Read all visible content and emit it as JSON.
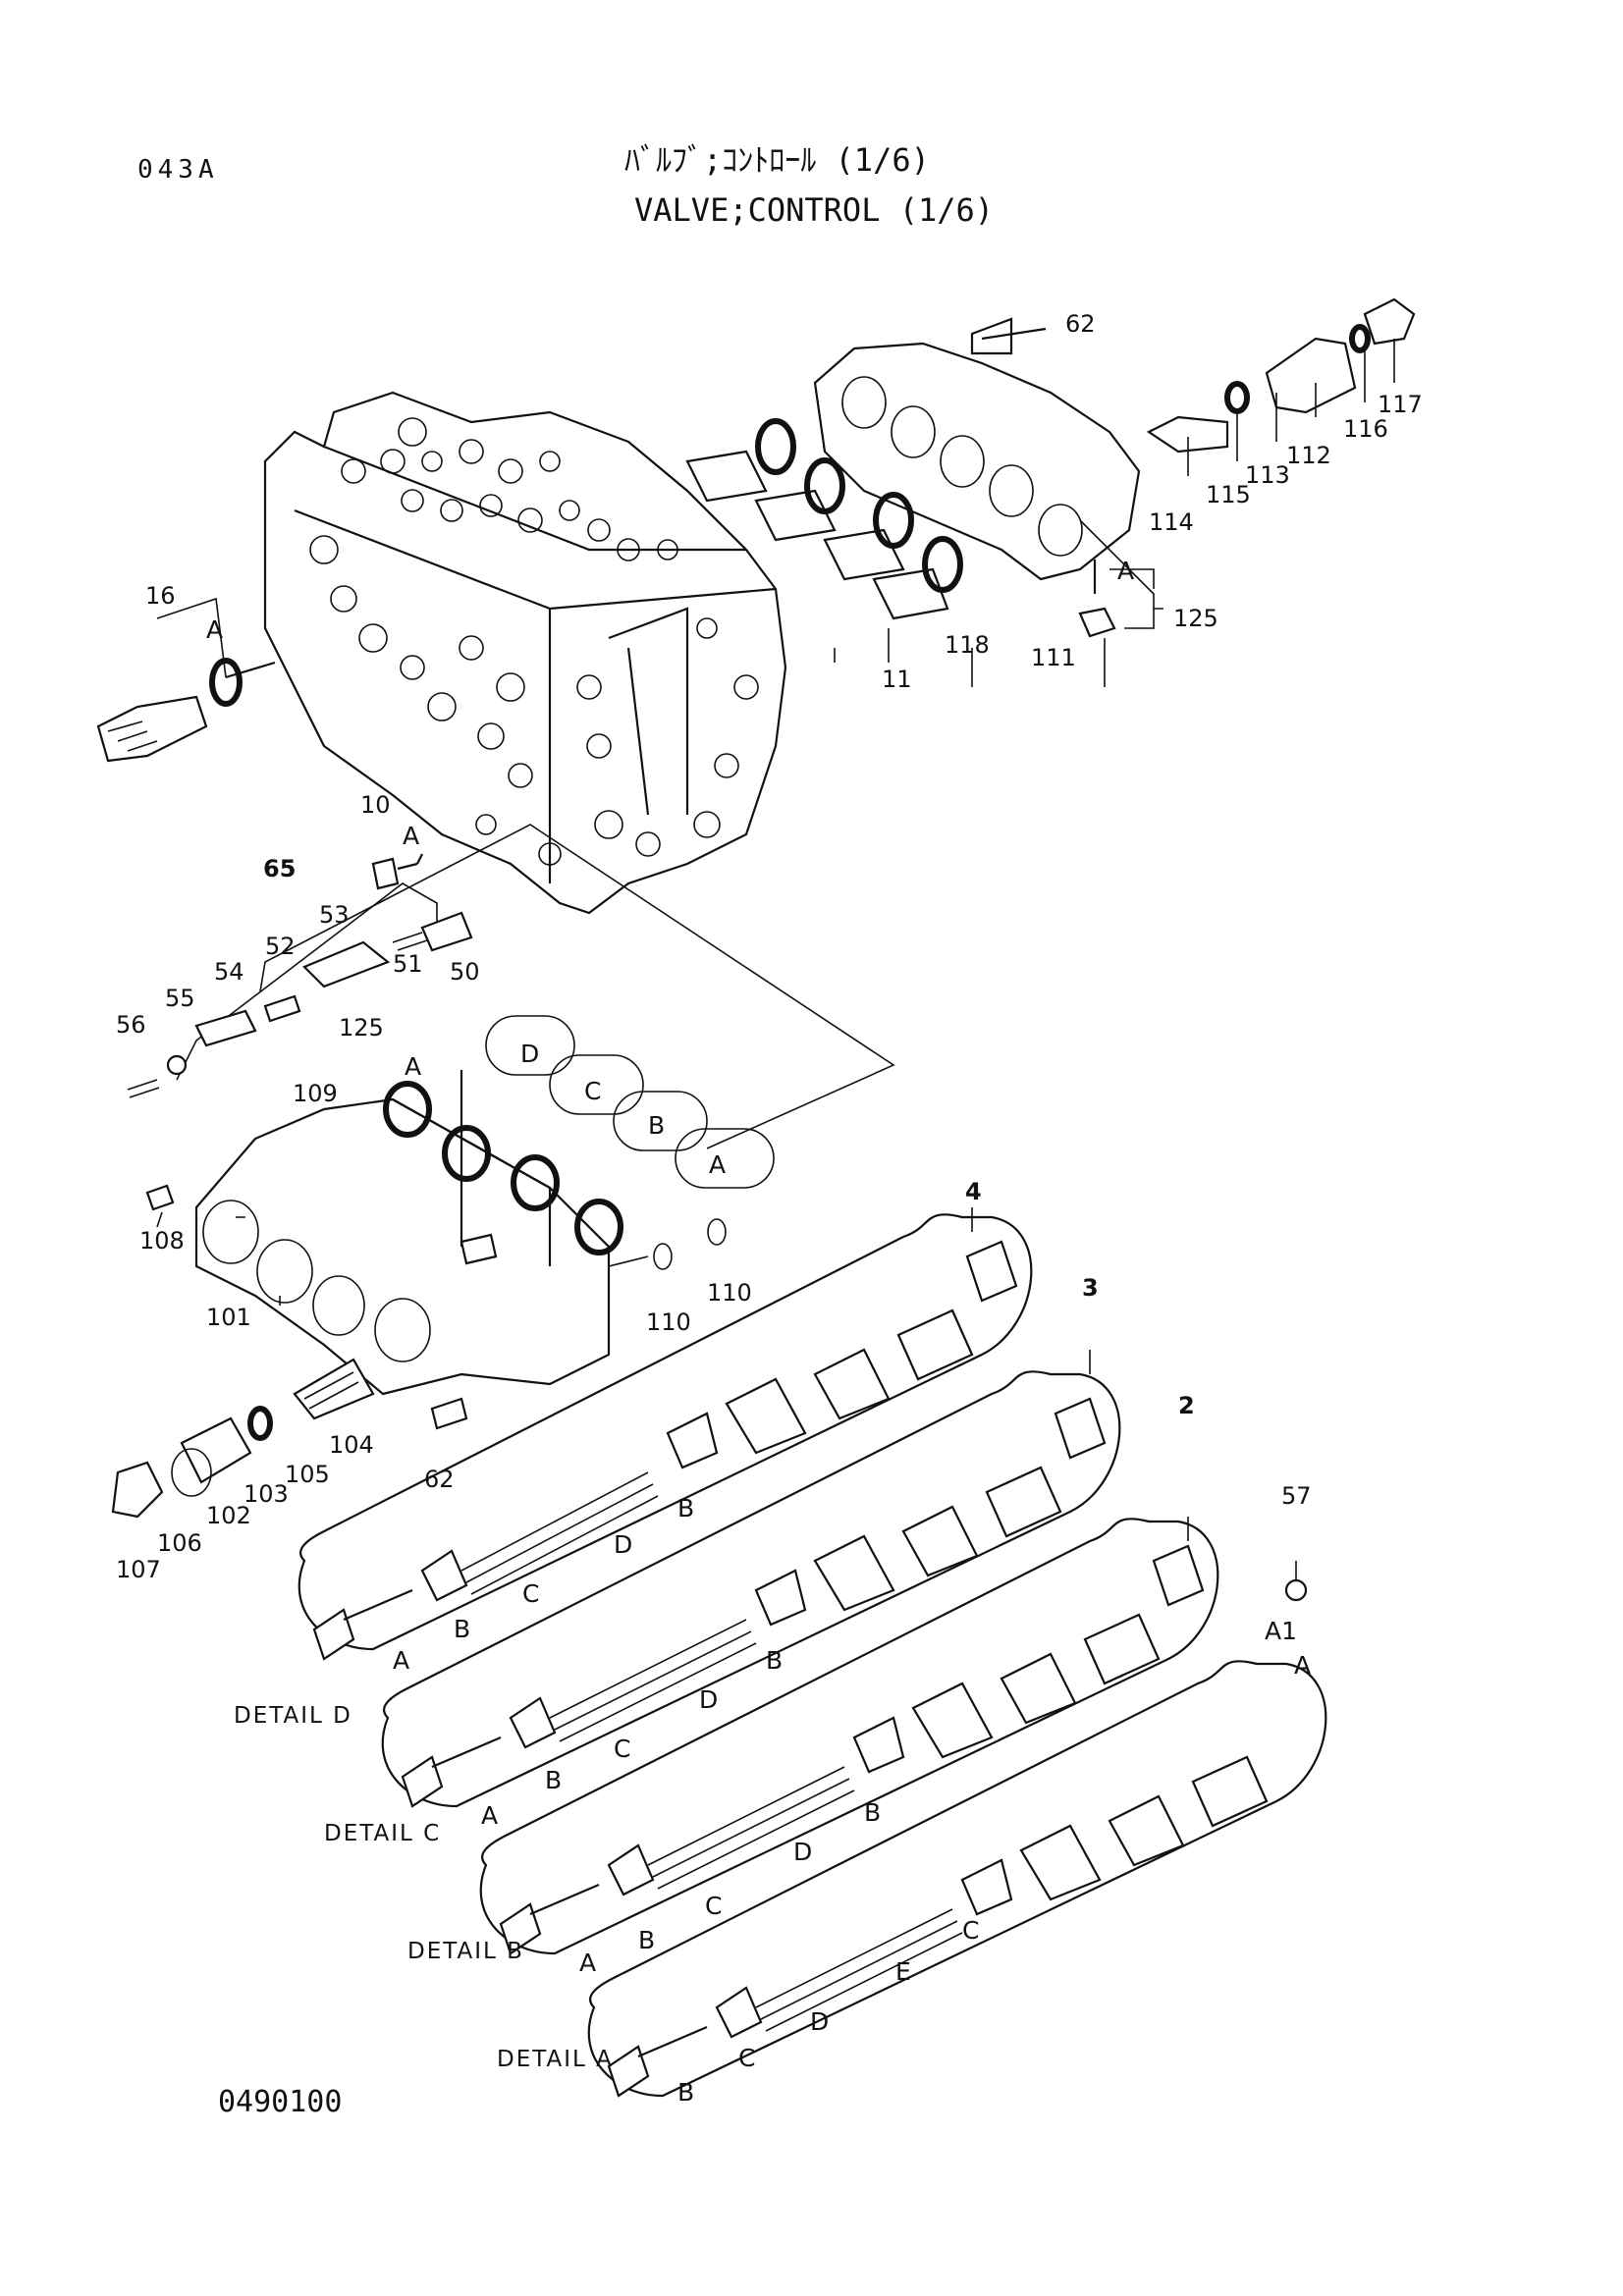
{
  "header": {
    "page_code": "043A",
    "title_jp": "ﾊﾞﾙﾌﾞ;ｺﾝﾄﾛｰﾙ (1/6)",
    "title_en": "VALVE;CONTROL (1/6)"
  },
  "footer": {
    "drawing_number": "0490100"
  },
  "part_numbers": [
    "62",
    "117",
    "116",
    "112",
    "113",
    "115",
    "114",
    "A",
    "125",
    "111",
    "118",
    "11",
    "16",
    "A",
    "10",
    "A",
    "65",
    "53",
    "52",
    "51",
    "50",
    "54",
    "55",
    "56",
    "125",
    "A",
    "109",
    "D",
    "C",
    "B",
    "A",
    "108",
    "101",
    "110",
    "110",
    "104",
    "105",
    "103",
    "102",
    "106",
    "107",
    "62",
    "4",
    "3",
    "2",
    "57"
  ],
  "detail_labels": [
    "DETAIL D",
    "DETAIL C",
    "DETAIL B",
    "DETAIL A"
  ],
  "spool_callouts": {
    "d": [
      "A",
      "B",
      "C",
      "D",
      "B"
    ],
    "c": [
      "A",
      "B",
      "C",
      "D",
      "B"
    ],
    "b": [
      "A",
      "B",
      "C",
      "D",
      "B"
    ],
    "a": [
      "B",
      "C",
      "D",
      "E",
      "C",
      "A1",
      "A"
    ]
  }
}
